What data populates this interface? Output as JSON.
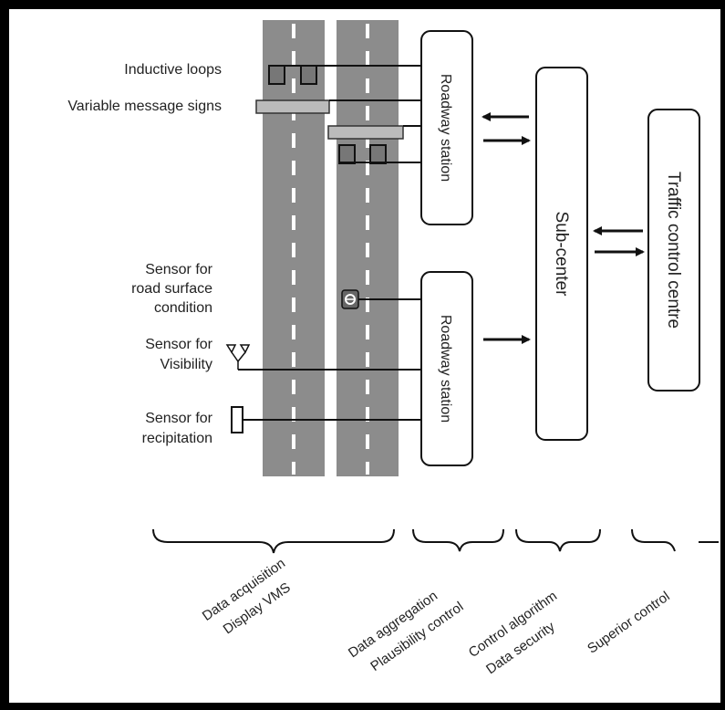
{
  "sensors": {
    "inductive_loops": "Inductive loops",
    "vms": "Variable message signs",
    "road_surface": [
      "Sensor  for",
      "road surface",
      "condition"
    ],
    "visibility": [
      "Sensor for",
      "Visibility"
    ],
    "precipitation": [
      "Sensor for",
      "recipitation"
    ]
  },
  "boxes": {
    "roadway_station_1": "Roadway station",
    "roadway_station_2": "Roadway station",
    "sub_center": "Sub-center",
    "traffic_control_centre": "Traffic control centre"
  },
  "phases": [
    {
      "line1": "Data acquisition",
      "line2": "Display VMS"
    },
    {
      "line1": "Data aggregation",
      "line2": "Plausibility control"
    },
    {
      "line1": "Control algorithm",
      "line2": "Data security"
    },
    {
      "line1": "Superior control",
      "line2": ""
    }
  ],
  "colors": {
    "road": "#8c8c8c",
    "lane_marking": "#ffffff",
    "frame": "#000000",
    "background": "#ffffff",
    "line": "#111111"
  }
}
